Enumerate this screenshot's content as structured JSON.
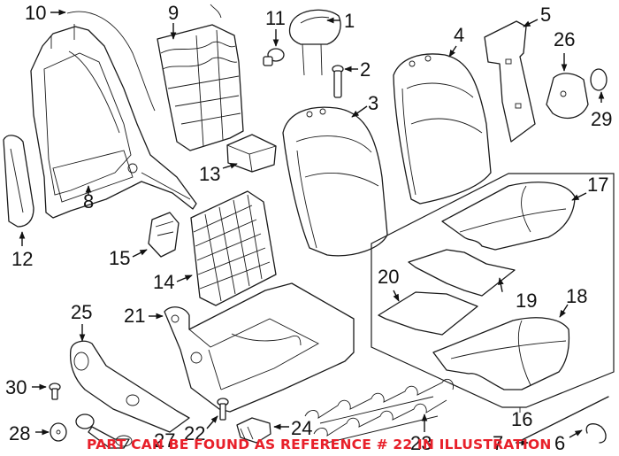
{
  "diagram": {
    "type": "exploded-parts-illustration",
    "subject": "seat assembly",
    "notice_text": "PART CAN BE FOUND AS REFERENCE # 22 IN ILLUSTRATION",
    "notice_color": "#e8202a",
    "line_color": "#1a1a1a",
    "highlighted_reference": "22",
    "callouts": [
      {
        "id": "1",
        "label": "1"
      },
      {
        "id": "2",
        "label": "2"
      },
      {
        "id": "3",
        "label": "3"
      },
      {
        "id": "4",
        "label": "4"
      },
      {
        "id": "5",
        "label": "5"
      },
      {
        "id": "6",
        "label": "6"
      },
      {
        "id": "7",
        "label": "7"
      },
      {
        "id": "8",
        "label": "8"
      },
      {
        "id": "9",
        "label": "9"
      },
      {
        "id": "10",
        "label": "10"
      },
      {
        "id": "11",
        "label": "11"
      },
      {
        "id": "12",
        "label": "12"
      },
      {
        "id": "13",
        "label": "13"
      },
      {
        "id": "14",
        "label": "14"
      },
      {
        "id": "15",
        "label": "15"
      },
      {
        "id": "16",
        "label": "16"
      },
      {
        "id": "17",
        "label": "17"
      },
      {
        "id": "18",
        "label": "18"
      },
      {
        "id": "19",
        "label": "19"
      },
      {
        "id": "20",
        "label": "20"
      },
      {
        "id": "21",
        "label": "21"
      },
      {
        "id": "22",
        "label": "22"
      },
      {
        "id": "23",
        "label": "23"
      },
      {
        "id": "24",
        "label": "24"
      },
      {
        "id": "25",
        "label": "25"
      },
      {
        "id": "26",
        "label": "26"
      },
      {
        "id": "27",
        "label": "27"
      },
      {
        "id": "28",
        "label": "28"
      },
      {
        "id": "29",
        "label": "29"
      },
      {
        "id": "30",
        "label": "30"
      }
    ]
  }
}
